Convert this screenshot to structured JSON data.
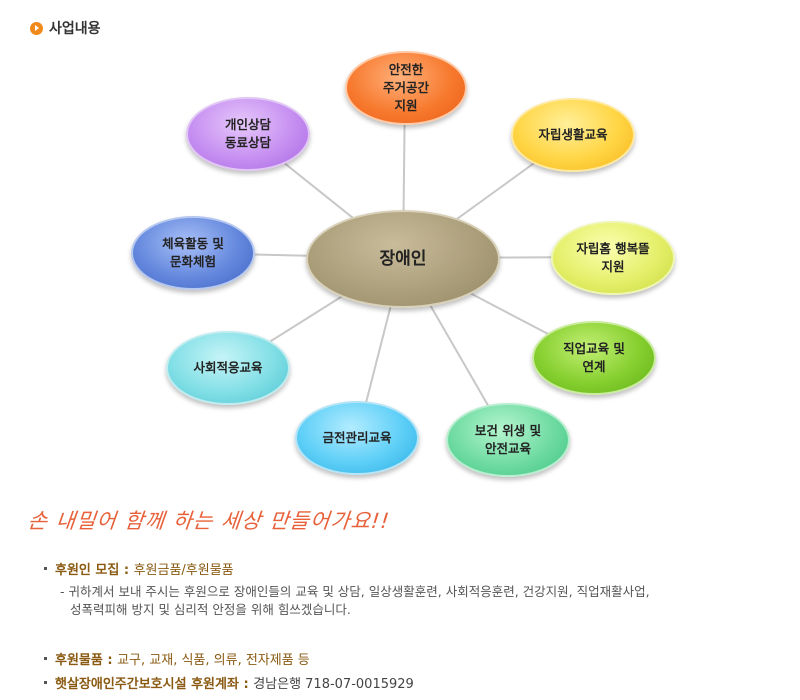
{
  "section": {
    "title": "사업내용"
  },
  "diagram": {
    "center": "장애인",
    "nodes": [
      {
        "id": "housing",
        "label": "안전한\n주거공간\n지원"
      },
      {
        "id": "independent-living",
        "label": "자립생활교육"
      },
      {
        "id": "self-reliance",
        "label": "자립홈 행복뜰\n지원"
      },
      {
        "id": "vocational",
        "label": "직업교육 및\n연계"
      },
      {
        "id": "health",
        "label": "보건 위생 및\n안전교육"
      },
      {
        "id": "finance",
        "label": "금전관리교육"
      },
      {
        "id": "social",
        "label": "사회적응교육"
      },
      {
        "id": "sports",
        "label": "체육활동 및\n문화체험"
      },
      {
        "id": "counseling",
        "label": "개인상담\n동료상담"
      }
    ]
  },
  "slogan": "손 내밀어 함께 하는 세상 만들어가요!!",
  "info": {
    "recruit_key": "후원인 모집 : ",
    "recruit_val": "후원금품/후원물품",
    "recruit_desc_1": "- 귀하계서 보내 주시는 후원으로 장애인들의 교육 및 상담, 일상생활훈련, 사회적응훈련, 건강지원, 직업재활사업,",
    "recruit_desc_2": "성폭력피해 방지 및 심리적 안정을 위해 힘쓰겠습니다.",
    "goods_key": "후원물품 : ",
    "goods_val": "교구, 교재, 식품, 의류, 전자제품 등",
    "account_key": "햇살장애인주간보호시설 후원계좌 : ",
    "account_val": "경남은행 718-07-0015929"
  }
}
